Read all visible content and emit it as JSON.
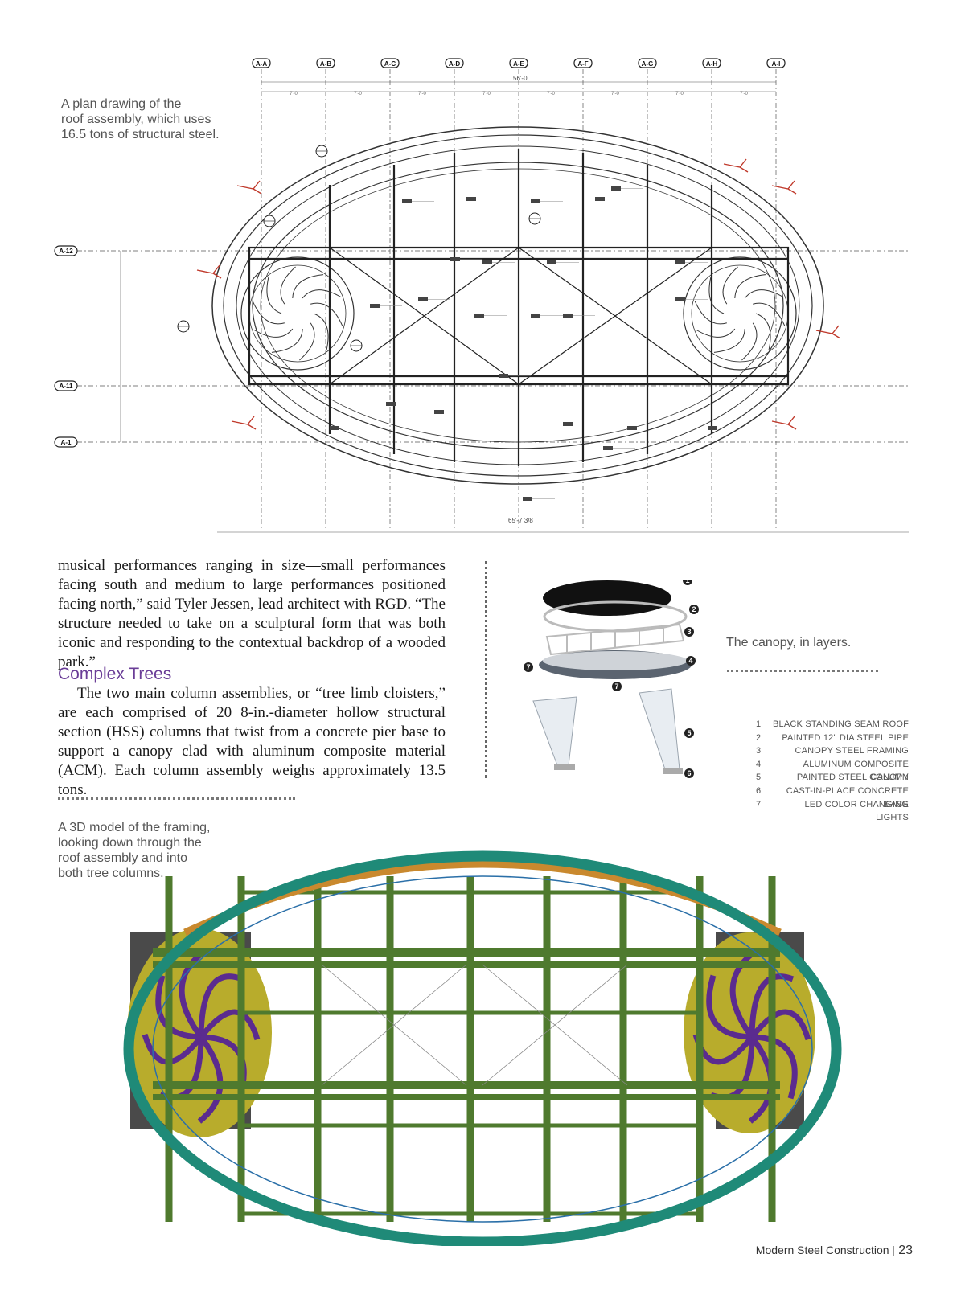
{
  "plan": {
    "caption": "A plan drawing of the\nroof assembly, which uses\n16.5 tons of structural steel.",
    "grid_cols": [
      "A-A",
      "A-B",
      "A-C",
      "A-D",
      "A-E",
      "A-F",
      "A-G",
      "A-H",
      "A-I"
    ],
    "grid_rows": [
      "A-12",
      "A-11",
      "A-1"
    ],
    "dims": [
      "7'-0",
      "7'-0",
      "7'-0",
      "7'-0",
      "7'-0",
      "7'-0",
      "7'-0",
      "7'-0"
    ],
    "overall_top": "56'-0",
    "overall_bottom": "65'-7 3/8"
  },
  "article": {
    "para1": "musical performances ranging in size—small performances facing south and medium to large performances positioned facing north,” said Tyler Jessen, lead architect with RGD. “The structure needed to take on a sculptural form that was both iconic and responding to the contextual backdrop of a wooded park.”",
    "subhead": "Complex Trees",
    "para2": "The two main column assemblies, or “tree limb cloisters,” are each comprised of 20 8-in.-diameter hollow structural section (HSS) columns that twist from a concrete pier base to support a canopy clad with aluminum composite material (ACM). Each column assembly weighs approximately 13.5 tons."
  },
  "canopy": {
    "caption": "The canopy, in layers.",
    "legend": [
      {
        "num": "1",
        "label": "BLACK STANDING SEAM ROOF"
      },
      {
        "num": "2",
        "label": "PAINTED 12\" DIA STEEL PIPE"
      },
      {
        "num": "3",
        "label": "CANOPY STEEL FRAMING"
      },
      {
        "num": "4",
        "label": "ALUMINUM COMPOSITE CANOPY"
      },
      {
        "num": "5",
        "label": "PAINTED STEEL COLUMN"
      },
      {
        "num": "6",
        "label": "CAST-IN-PLACE CONCRETE BASE"
      },
      {
        "num": "7",
        "label": "LED COLOR CHANGING LIGHTS"
      }
    ]
  },
  "model": {
    "caption": "A 3D model of the framing,\nlooking down through the\nroof assembly and into\nboth tree columns."
  },
  "footer": {
    "magazine": "Modern Steel Construction",
    "page": "23"
  },
  "colors": {
    "accent": "#6a3d97",
    "ring_teal": "#1f8a78",
    "ring_orange": "#c9892e",
    "frame_green": "#4f7a2e",
    "column_purple": "#5b2b8f",
    "base_olive": "#b8ac2c"
  }
}
